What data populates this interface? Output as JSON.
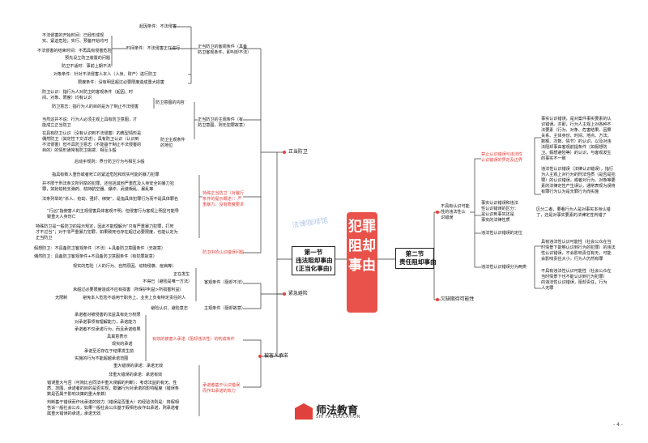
{
  "center_title": "犯罪阻却事由",
  "watermark": "法律咖啡馆",
  "page_number": "- 4 -",
  "logo": {
    "name": "师法教育",
    "sub": "SHI FA EDUCATION"
  },
  "left": {
    "section1": "第一节\n违法阻却事由\n(正当化事由)",
    "defense": {
      "label": "正当防卫",
      "objective": {
        "label": "正当防卫的客观条件（具备\n防卫客观条件，即叫却不法）",
        "origin": "起因条件：不法侵害",
        "time_label": "时间条件：不法侵害正在进行",
        "time_start": "不法侵害的开始时间：已经形成现\n实、紧迫危险；实行、预备开始均可",
        "time_end": "不法侵害的结束时间：不再具有侵害危险",
        "time_pre": "预先设立防卫装置的问题",
        "time_late": "防卫不适时：事前上期不法",
        "object": "对象条件：针对不法侵害人本人（人身、财产）进行防卫",
        "limit": "限度条件：没有明显超过必要限度造成重大损害"
      },
      "subjective": {
        "label": "正当防卫的主观条件（有\n防卫意图，则无犯罪故意）",
        "content_label": "防卫意图的内容",
        "recog": "防卫认识：指行为人对防卫的客观条件（起因、时\n间、对象、限度）均有认识",
        "will": "防卫意志：指行为人的目的是为了制止不法侵害",
        "doubt": "当然这并不说：行为人必须主观上具有防卫意图，才\n能成立正当防卫",
        "no_intent_label": "防卫主观条件\n的地位",
        "accidental": "在具有防卫认识（没有认识到不法侵害）的典型情形是\n偶然防卫（其定性下文详述）；具有防卫认识（认识到\n不法侵害）但不具防卫意志（不能基于制止不法侵害的\n目的）的情形通常有防卫挑拨、相互斗殴",
        "mutual": "后动手规则：界分防卫行为与相互斗殴"
      },
      "special": {
        "label": "特殊正当防卫（对履行\n条件的提示概述）：严\n重暴力、没有限度要求",
        "p1": "指具有致人重伤或者死亡的紧迫危险和现实可能的暴力犯罪",
        "p2": "并不限于刑法条文所列举的犯罪，还包括其他严重危及人身安全的暴力犯\n罪，如抢劫枪支弹药、劫持航空器、爆炸、武装叛乱、暴乱等",
        "p3": "法条列举的“杀人、抢劫、强奸、绑架”，是指具体犯罪行为而不是具体罪名",
        "p4": "“行凶”指使害人的主观侵害具体客观不明，但侵害行为客观上明显可能导\n致重大人身伤亡",
        "p5": "特殊防卫是一般防卫的提示规定，因此不能理解为“只有严重暴力犯罪，打死\n才不过当”；对于非严重暴力犯罪，如果致死也存在超过必要限度，也能认定为\n正当防卫"
      },
      "mistake": {
        "label": "防卫中的认识错误问题",
        "p1": "假想防卫：不具备防卫客观条件（不法）+具备防卫意图条件（无故意）",
        "p2": "偶然防卫：具备防卫客观条件+不具备防卫意图条件（有犯罪故意）"
      }
    },
    "necessity": {
      "label": "紧急避险",
      "obj_label": "客观条件（阻却不法）",
      "danger": "现实的危险（人的行为、自然原因、动物侵袭、疫病等）",
      "now": "正在发生",
      "last": "不得已（避险是唯一方法）",
      "limit": "未超过必要限度造成不应有损害（所保护利益>所损害利益）",
      "self": "无限制",
      "self_detail": "避免本人危险不适用于职务上、业务上负有特定责任的人",
      "subj_label": "主观条件（阻却故意）",
      "subj": "避险认识、避险意志"
    },
    "consent": {
      "label": "被害人承诺",
      "valid_label": "有效的被害人承诺（阻却违法性）的构成条件",
      "v1": "承诺者对被侵害的法益具有处分权限",
      "v2": "对承诺事项有理解能力，承诺能力",
      "v3": "承诺者不仅承诺行为，而且承诺结果",
      "v4": "具真意表示",
      "v5": "现实的承诺",
      "v6": "承诺至迟存在于结果发生前",
      "v7": "实施的行为不能超越承诺范围",
      "mistake_label": "承诺者基于认识错误\n而作出承诺的效力",
      "m1": "重大错误的承诺：承诺无效",
      "m2": "非重大错误的承诺：承诺有效",
      "m3": "错误重大与否（可简比合同法中重大误解的判断）：考虑法益的有无、性\n质、范围、承诺者的目的是否实现、欺骗行为对承诺的影响程度（错误条\n数是否属于影响决策的重大条数）",
      "m4": "判断基于错误而作出承诺的效力（错误是否重大）的经验法则是：将假相\n告诉一般社会公众，如果一般社会公众基于假相也会作出承诺，则承诺者\n属重大错误的承诺，承诺无效"
    }
  },
  "right": {
    "section2": "第二节\n责任阻却事由",
    "no_knowledge": {
      "label": "不具有认识可能\n性的违法性认\n识错误",
      "kinds_label": "禁止认识错误与违法性\n认识错误的界定及边界",
      "k1": "事实认识错误，是对案件事实要素的认\n识错误。亦即，行为人主观上对各种不\n法要素（行为、对象、危害结果、因果\n关系、主体身份、时间、地点、方法；\n数额、次数、情节）的认识，以及对违\n法阻却事由客观前提条件（如假想防\n卫、假想避险等）的认识，与客观发生\n的事实不一致",
      "k2": "违法性认识错误（法律认识错误），指行\n为人主观上对行为的刑法性质（是否是犯\n罪）的认识错误，或者对行为、对象等要\n素的法律定性产生误认，通常表现为误将\n有罪行为认为是无罪行为而实施",
      "err_label": "事实认识错误和违法\n性认识错误的区分：\n是认识到事实还是\n事实的法律性质",
      "err_detail": "区分二者，要看行为人是对事实本身认错\n了，还是对事实要素的法律定性判错了",
      "pos_label": "违法性认识错误的定位",
      "effect_label": "违法性认识错误分为两类",
      "e1": "具有违法性认识可能性（社会公众在当\n时情景下能够认识到行为的犯罪）的违法\n性认识错误，不会影响责任有无，可能\n会影响责任大小，行为人仍然有罪",
      "e2": "不具有违法性认识可能性（社会公众在\n当时情景下也不能认识到行为犯罪）\n的违法性认识错误，阻却责任，行为\n人无罪"
    },
    "no_expect": "欠缺期待可能性"
  }
}
